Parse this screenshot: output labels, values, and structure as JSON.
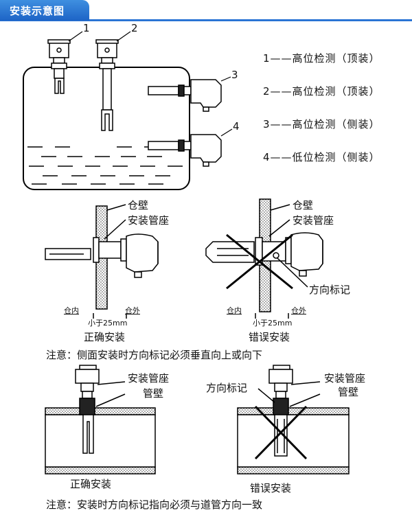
{
  "header": {
    "title": "安装示意图"
  },
  "top_diagram": {
    "callouts": [
      "1",
      "2",
      "3",
      "4"
    ]
  },
  "legend": [
    "1——高位检测（顶装）",
    "2——高位检测（顶装）",
    "3——高位检测（侧装）",
    "4——低位检测（侧装）"
  ],
  "side_mount": {
    "wall_label": "仓壁",
    "seat_label": "安装管座",
    "direction_mark_label": "方向标记",
    "inside_label": "仓内",
    "outside_label": "仓外",
    "dimension_label": "小于25mm",
    "correct_caption": "正确安装",
    "wrong_caption": "错误安装",
    "note": "注意：侧面安装时方向标记必须垂直向上或向下"
  },
  "pipe_mount": {
    "seat_label": "安装管座",
    "wall_label": "管壁",
    "direction_mark_label": "方向标记",
    "correct_caption": "正确安装",
    "wrong_caption": "错误安装",
    "note": "注意：安装时方向标记指向必须与道管方向一致"
  }
}
